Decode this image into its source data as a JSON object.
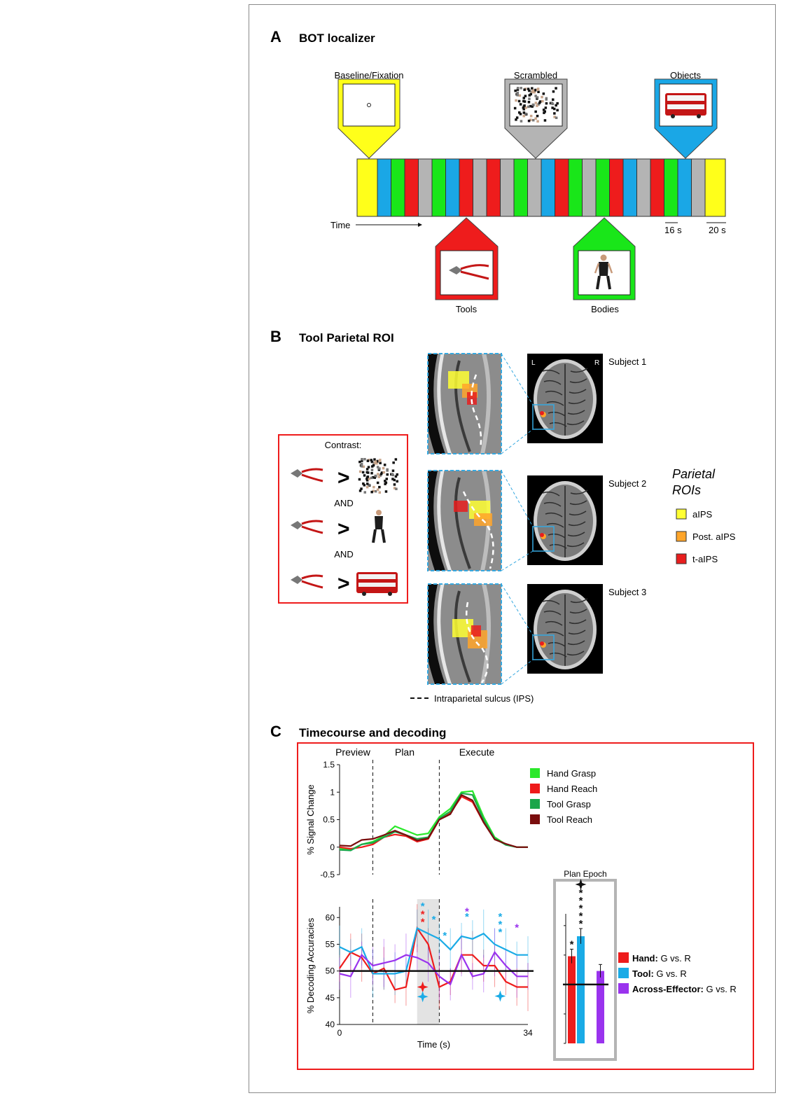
{
  "panel_a": {
    "letter": "A",
    "title": "BOT localizer",
    "labels": {
      "baseline": "Baseline/Fixation",
      "scrambled": "Scrambled",
      "objects": "Objects",
      "tools": "Tools",
      "bodies": "Bodies",
      "time": "Time",
      "block16": "16 s",
      "block20": "20 s"
    },
    "colors": {
      "yellow": "#ffff1a",
      "blue": "#1aa7e6",
      "green": "#19e619",
      "red": "#ee1c1c",
      "gray": "#b4b4b4"
    },
    "sequence": [
      "yellow",
      "blue",
      "green",
      "red",
      "gray",
      "green",
      "blue",
      "red",
      "gray",
      "red",
      "gray",
      "green",
      "gray",
      "blue",
      "red",
      "green",
      "gray",
      "green",
      "red",
      "blue",
      "gray",
      "red",
      "green",
      "blue",
      "gray",
      "yellow"
    ]
  },
  "panel_b": {
    "letter": "B",
    "title": "Tool Parietal ROI",
    "contrast_title": "Contrast:",
    "and1": "AND",
    "and2": "AND",
    "gt": ">",
    "subjects": [
      "Subject 1",
      "Subject 2",
      "Subject 3"
    ],
    "brain_L": "L",
    "brain_R": "R",
    "legend_title_1": "Parietal",
    "legend_title_2": "ROIs",
    "legend": [
      {
        "label": "aIPS",
        "color": "#ffff33"
      },
      {
        "label": "Post. aIPS",
        "color": "#ffa52a"
      },
      {
        "label": "t-aIPS",
        "color": "#e81e1e"
      }
    ],
    "ips_label": "Intraparietal sulcus (IPS)"
  },
  "panel_c": {
    "letter": "C",
    "title": "Timecourse and decoding",
    "epochs": [
      "Preview",
      "Plan",
      "Execute"
    ],
    "plan_epoch_title": "Plan Epoch",
    "bar_legend": [
      {
        "bold": "Hand:",
        "rest": " G vs. R",
        "color": "#ee1c1c"
      },
      {
        "bold": "Tool:",
        "rest": " G vs. R",
        "color": "#1aabe6"
      },
      {
        "bold": "Across-Effector:",
        "rest": " G vs. R",
        "color": "#9a33ee"
      }
    ]
  },
  "chart_data": [
    {
      "type": "line",
      "ylabel": "% Signal Change",
      "ylim": [
        -0.5,
        1.5
      ],
      "yticks": [
        -0.5,
        0,
        0.5,
        1,
        1.5
      ],
      "yticklabels": [
        "-0.5",
        "0",
        "0.5",
        "1",
        "1.5"
      ],
      "x": [
        0,
        2,
        4,
        6,
        8,
        10,
        12,
        14,
        16,
        18,
        20,
        22,
        24,
        26,
        28,
        30,
        32,
        34
      ],
      "xlim": [
        0,
        34
      ],
      "epoch_boundaries": [
        6,
        18
      ],
      "series": [
        {
          "name": "Hand Grasp",
          "color": "#2ae82a",
          "values": [
            -0.02,
            -0.05,
            0.05,
            0.1,
            0.2,
            0.38,
            0.3,
            0.22,
            0.25,
            0.55,
            0.7,
            1.0,
            1.02,
            0.55,
            0.18,
            0.05,
            0.0,
            0.0
          ]
        },
        {
          "name": "Hand Reach",
          "color": "#ee1a1a",
          "values": [
            0.0,
            -0.03,
            0.0,
            0.05,
            0.18,
            0.23,
            0.2,
            0.1,
            0.15,
            0.5,
            0.62,
            0.92,
            0.82,
            0.45,
            0.15,
            0.05,
            0.0,
            0.0
          ]
        },
        {
          "name": "Tool Grasp",
          "color": "#1aa64a",
          "values": [
            -0.05,
            -0.06,
            0.05,
            0.08,
            0.18,
            0.28,
            0.22,
            0.15,
            0.18,
            0.52,
            0.65,
            0.98,
            0.95,
            0.5,
            0.16,
            0.04,
            0.0,
            0.0
          ]
        },
        {
          "name": "Tool Reach",
          "color": "#7a0d0d",
          "values": [
            0.03,
            0.02,
            0.13,
            0.15,
            0.22,
            0.3,
            0.22,
            0.12,
            0.16,
            0.5,
            0.6,
            0.95,
            0.85,
            0.45,
            0.14,
            0.06,
            0.0,
            0.0
          ]
        }
      ]
    },
    {
      "type": "line",
      "ylabel": "% Decoding Accuracies",
      "xlabel": "Time (s)",
      "ylim": [
        40,
        62
      ],
      "yticks": [
        40,
        45,
        50,
        55,
        60
      ],
      "yticklabels": [
        "40",
        "45",
        "50",
        "55",
        "60"
      ],
      "xtick_values": [
        0,
        34
      ],
      "xticklabels": [
        "0",
        "34"
      ],
      "xlim": [
        0,
        34
      ],
      "x": [
        0,
        2,
        4,
        6,
        8,
        10,
        12,
        14,
        16,
        18,
        20,
        22,
        24,
        26,
        28,
        30,
        32,
        34
      ],
      "chance": 50,
      "epoch_boundaries": [
        6,
        18
      ],
      "shaded_window": [
        14,
        18
      ],
      "series": [
        {
          "name": "Hand: G vs. R",
          "color": "#ee1c1c",
          "values": [
            50.5,
            53.5,
            52.5,
            49.5,
            50.5,
            46.5,
            47,
            58,
            55,
            47,
            48,
            53,
            53,
            51,
            51,
            48,
            47,
            47
          ]
        },
        {
          "name": "Tool: G vs. R",
          "color": "#1aabe6",
          "values": [
            54.5,
            53.5,
            54.5,
            49.5,
            49.5,
            49.5,
            50,
            58,
            57,
            56,
            54,
            56.5,
            56,
            57,
            55,
            54,
            53,
            53
          ]
        },
        {
          "name": "Across-Effector: G vs. R",
          "color": "#9a33ee",
          "values": [
            49.5,
            49,
            53,
            51,
            51.5,
            52,
            53,
            52.5,
            51.5,
            49,
            47.5,
            53,
            49,
            49.5,
            53.5,
            51,
            49,
            49
          ]
        }
      ],
      "stars": [
        {
          "x": 15,
          "color": "#1aabe6",
          "n": 1,
          "y": 61.5
        },
        {
          "x": 15,
          "color": "#ee1c1c",
          "n": 2,
          "y": 60
        },
        {
          "x": 17,
          "color": "#1aabe6",
          "n": 1,
          "y": 59
        },
        {
          "x": 19,
          "color": "#1aabe6",
          "n": 1,
          "y": 56
        },
        {
          "x": 23,
          "color": "#9a33ee",
          "n": 1,
          "y": 60.5
        },
        {
          "x": 23,
          "color": "#1aabe6",
          "n": 1,
          "y": 59.5
        },
        {
          "x": 29,
          "color": "#1aabe6",
          "n": 3,
          "y": 59.5
        },
        {
          "x": 32,
          "color": "#9a33ee",
          "n": 1,
          "y": 57.5
        }
      ],
      "crosses": [
        {
          "x": 15,
          "color": "#ee1c1c",
          "y": 47
        },
        {
          "x": 15,
          "color": "#1aabe6",
          "y": 45.2
        },
        {
          "x": 29,
          "color": "#1aabe6",
          "y": 45.3
        }
      ]
    },
    {
      "type": "bar",
      "title": "Plan Epoch",
      "categories": [
        "Hand: G vs. R",
        "Tool: G vs. R",
        "Across-Effector: G vs. R"
      ],
      "values": [
        54.8,
        58.2,
        52.3
      ],
      "errors": [
        1.2,
        1.3,
        1.1
      ],
      "colors": [
        "#ee1c1c",
        "#1aabe6",
        "#9a33ee"
      ],
      "ylim": [
        40,
        62
      ],
      "chance": 50,
      "star_counts": [
        1,
        5,
        0
      ],
      "cross_on": [
        false,
        true,
        false
      ]
    }
  ]
}
